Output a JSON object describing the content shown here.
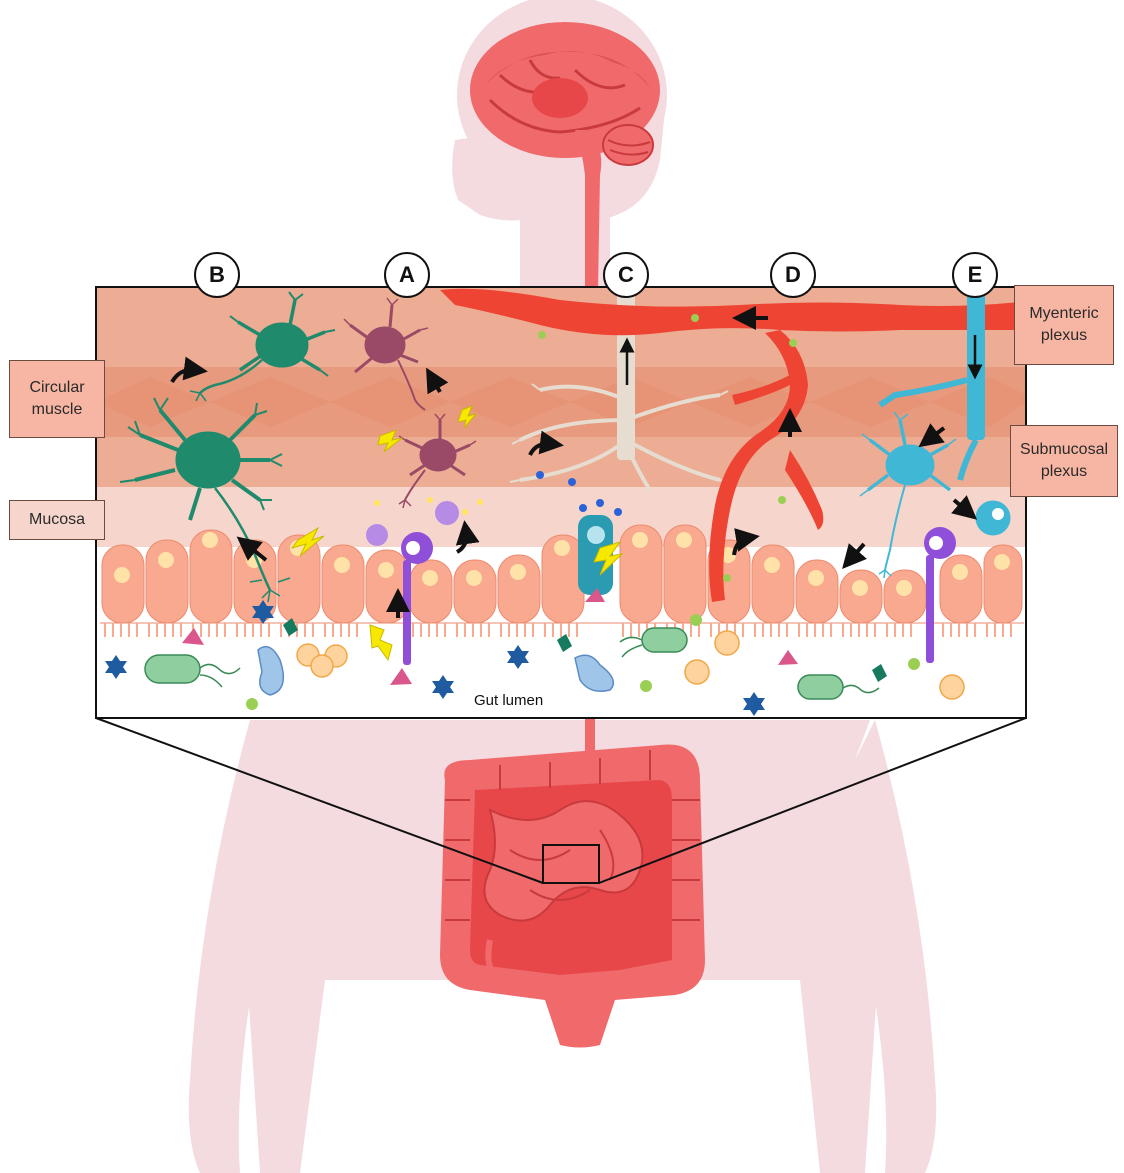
{
  "colors": {
    "silhouette": "#f4dbe0",
    "organ": "#f0585a",
    "organ_dark": "#c93a3d",
    "muscle_band": "#ecad94",
    "mucosa_band": "#f6d6cc",
    "epithelium": "#f9a98f",
    "lumen": "#ffffff",
    "neuron_green": "#1f8a6c",
    "neuron_purple": "#9a4a66",
    "vessel_red": "#ee4433",
    "vagus_beige": "#e6dcd0",
    "glia_blue": "#41b7d6",
    "immune_purple": "#8f4fd8",
    "label_fill": "#f7b6a4"
  },
  "labels": {
    "circular_muscle": "Circular\nmuscle",
    "mucosa": "Mucosa",
    "myenteric_plexus": "Myenteric\nplexus",
    "submucosal_plexus": "Submucosal\nplexus",
    "gut_lumen": "Gut lumen"
  },
  "pathways": [
    {
      "key": "a",
      "letter": "A"
    },
    {
      "key": "b",
      "letter": "B"
    },
    {
      "key": "c",
      "letter": "C"
    },
    {
      "key": "d",
      "letter": "D"
    },
    {
      "key": "e",
      "letter": "E"
    }
  ]
}
